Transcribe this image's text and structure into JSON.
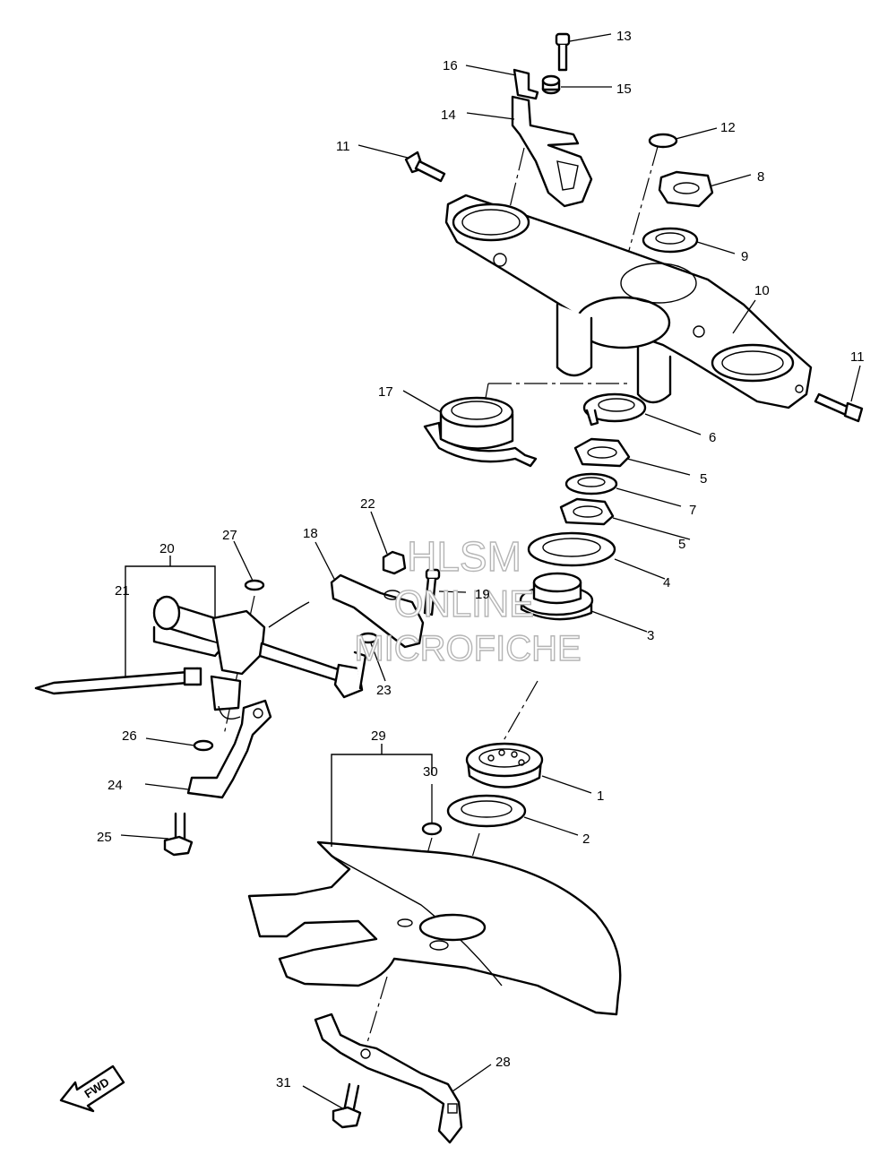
{
  "callouts": [
    {
      "id": "c1",
      "label": "1"
    },
    {
      "id": "c2",
      "label": "2"
    },
    {
      "id": "c3",
      "label": "3"
    },
    {
      "id": "c4",
      "label": "4"
    },
    {
      "id": "c5a",
      "label": "5"
    },
    {
      "id": "c5b",
      "label": "5"
    },
    {
      "id": "c6",
      "label": "6"
    },
    {
      "id": "c7",
      "label": "7"
    },
    {
      "id": "c8",
      "label": "8"
    },
    {
      "id": "c9",
      "label": "9"
    },
    {
      "id": "c10",
      "label": "10"
    },
    {
      "id": "c11a",
      "label": "11"
    },
    {
      "id": "c11b",
      "label": "11"
    },
    {
      "id": "c12",
      "label": "12"
    },
    {
      "id": "c13",
      "label": "13"
    },
    {
      "id": "c14",
      "label": "14"
    },
    {
      "id": "c15",
      "label": "15"
    },
    {
      "id": "c16",
      "label": "16"
    },
    {
      "id": "c17",
      "label": "17"
    },
    {
      "id": "c18",
      "label": "18"
    },
    {
      "id": "c19",
      "label": "19"
    },
    {
      "id": "c20",
      "label": "20"
    },
    {
      "id": "c21",
      "label": "21"
    },
    {
      "id": "c22",
      "label": "22"
    },
    {
      "id": "c23",
      "label": "23"
    },
    {
      "id": "c24",
      "label": "24"
    },
    {
      "id": "c25",
      "label": "25"
    },
    {
      "id": "c26",
      "label": "26"
    },
    {
      "id": "c27",
      "label": "27"
    },
    {
      "id": "c28",
      "label": "28"
    },
    {
      "id": "c29",
      "label": "29"
    },
    {
      "id": "c30",
      "label": "30"
    },
    {
      "id": "c31",
      "label": "31"
    }
  ],
  "watermark": {
    "line1": "HLSM",
    "line2": "ONLINE",
    "line3": "MICROFICHE"
  },
  "fwd_arrow": {
    "label": "FWD"
  }
}
